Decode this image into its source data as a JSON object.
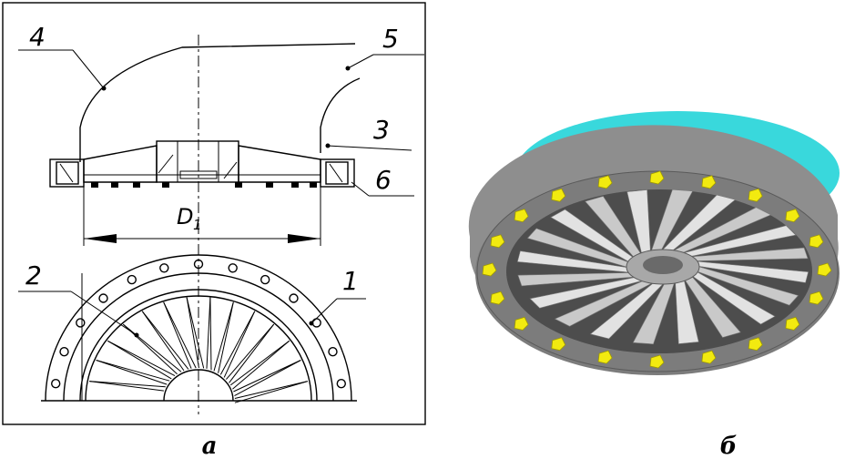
{
  "drawing_a": {
    "callouts": [
      "1",
      "2",
      "3",
      "4",
      "5",
      "6"
    ],
    "dimension_label": "D",
    "dimension_subscript": "1",
    "caption": "а"
  },
  "drawing_b": {
    "caption": "б",
    "colors": {
      "top_disk": "#39d8dc",
      "body": "#9a9a9a",
      "magnets": "#f2ea10",
      "blades": "#c9c9c9"
    },
    "magnet_count": 20,
    "blade_count": 20
  }
}
